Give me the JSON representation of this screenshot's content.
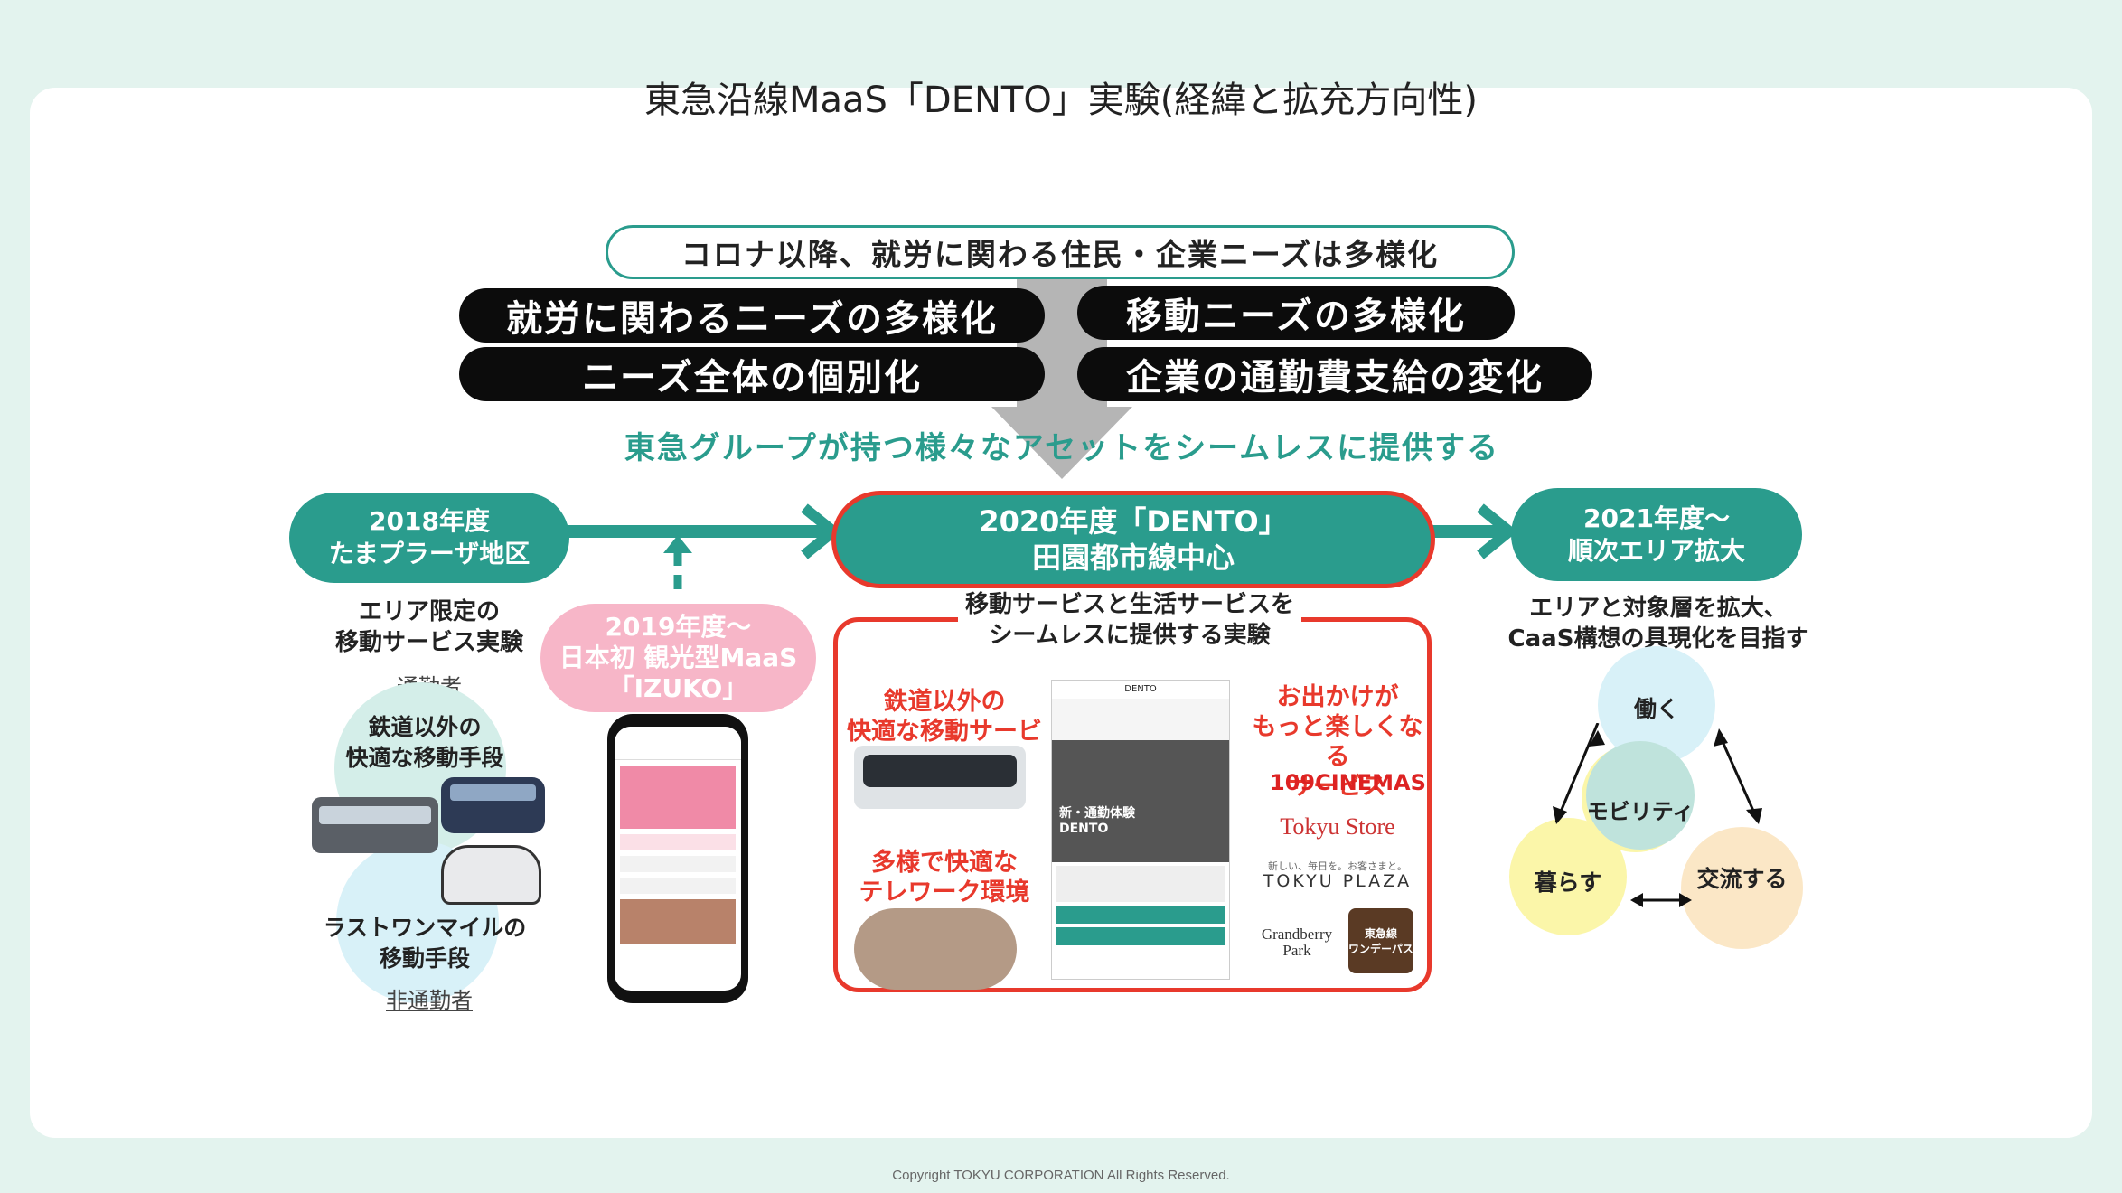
{
  "title": "東急沿線MaaS「DENTO」実験(経緯と拡充方向性)",
  "top_banner": "コロナ以降、就労に関わる住民・企業ニーズは多様化",
  "needs": [
    "就労に関わるニーズの多様化",
    "移動ニーズの多様化",
    "ニーズ全体の個別化",
    "企業の通勤費支給の変化"
  ],
  "tagline": "東急グループが持つ様々なアセットをシームレスに提供する",
  "stage_2018": {
    "line1": "2018年度",
    "line2": "たまプラーザ地区",
    "caption1": "エリア限定の",
    "caption2": "移動サービス実験",
    "commuter": "通勤者",
    "non_commuter": "非通勤者",
    "bubble1_l1": "鉄道以外の",
    "bubble1_l2": "快適な移動手段",
    "bubble2_l1": "ラストワンマイルの",
    "bubble2_l2": "移動手段"
  },
  "stage_2019": {
    "line1": "2019年度～",
    "line2": "日本初 観光型MaaS",
    "line3": "「IZUKO」"
  },
  "stage_2020": {
    "line1": "2020年度「DENTO」",
    "line2": "田園都市線中心",
    "caption1": "移動サービスと生活サービスを",
    "caption2": "シームレスに提供する実験",
    "feat1_l1": "鉄道以外の",
    "feat1_l2": "快適な移動サービス",
    "feat2_l1": "多様で快適な",
    "feat2_l2": "テレワーク環境",
    "feat3_l1": "お出かけが",
    "feat3_l2": "もっと楽しくなる",
    "feat3_l3": "サービス",
    "brand1": "109CINEMAS",
    "brand2": "Tokyu Store",
    "brand3_small": "新しい、毎日を。お客さまと。",
    "brand3": "TOKYU PLAZA",
    "brand4_l1": "Grandberry",
    "brand4_l2": "Park",
    "brand5_l1": "東急線",
    "brand5_l2": "ワンデーパス",
    "app_header": "DENTO",
    "app_hero_l1": "新・通勤体験",
    "app_hero_l2": "DENTO"
  },
  "stage_2021": {
    "line1": "2021年度～",
    "line2": "順次エリア拡大",
    "caption1": "エリアと対象層を拡大、",
    "caption2": "CaaS構想の具現化を目指す",
    "venn_work": "働く",
    "venn_mobility": "モビリティ",
    "venn_live": "暮らす",
    "venn_exchange": "交流する"
  },
  "copyright": "Copyright TOKYU CORPORATION All Rights Reserved.",
  "colors": {
    "teal": "#2a9c8d",
    "red": "#e8392c",
    "pink": "#f7b6c8",
    "venn_blue": "#d8f1f8",
    "venn_yellow": "#fbf6a9",
    "venn_peach": "#fbe7c6"
  }
}
